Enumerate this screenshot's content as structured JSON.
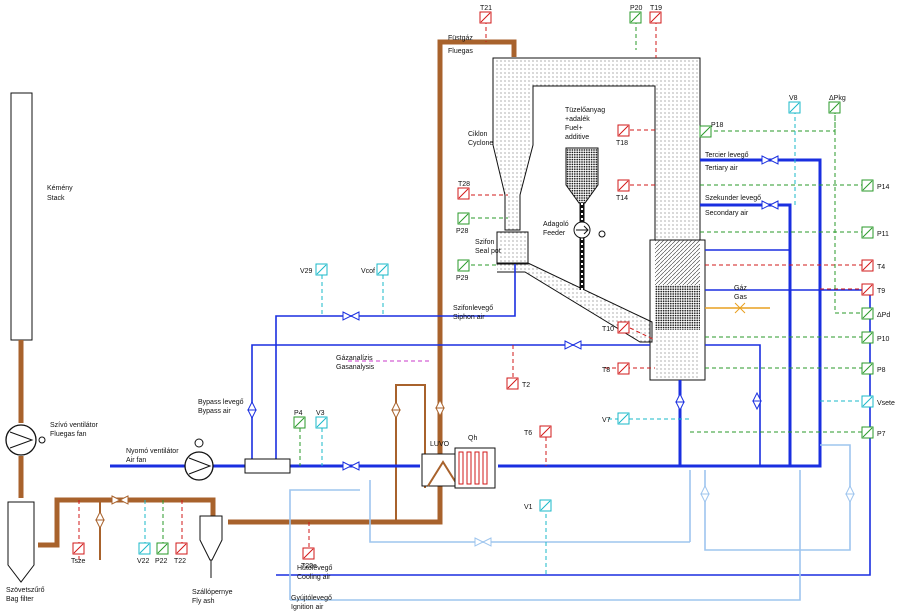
{
  "labels": {
    "stack": [
      "Kémény",
      "Stack"
    ],
    "fluegas_fan": [
      "Szívó ventilátor",
      "Fluegas fan"
    ],
    "bag_filter": [
      "Szövetszűrő",
      "Bag filter"
    ],
    "cyclone": [
      "Ciklon",
      "Cyclone"
    ],
    "fuel": [
      "Tüzelőanyag",
      "+adalék",
      "Fuel+",
      "additive"
    ],
    "feeder": [
      "Adagoló",
      "Feeder"
    ],
    "seal_pot": [
      "Szifon",
      "Seal pot"
    ],
    "siphon_air": [
      "Szifonlevegő",
      "Siphon air"
    ],
    "tertiary_air": [
      "Tercier levegő",
      "Tertiary air"
    ],
    "secondary_air": [
      "Szekunder levegő",
      "Secondary air"
    ],
    "gas": [
      "Gáz",
      "Gas"
    ],
    "gas_analysis": [
      "Gázanalízis",
      "Gasanalysis"
    ],
    "bypass_air": [
      "Bypass levegő",
      "Bypass air"
    ],
    "air_fan": [
      "Nyomó ventilátor",
      "Air fan"
    ],
    "luvo": "LUVO",
    "cooling_air": [
      "Hűtőlevegő",
      "Cooling air"
    ],
    "ignition_air": [
      "Gyújtólevegő",
      "Ignition air"
    ],
    "fly_ash": [
      "Szállópernye",
      "Fly ash"
    ],
    "fluegas_top": [
      "Füstgáz",
      "Fluegas"
    ]
  },
  "tags": {
    "T21": "T21",
    "P20": "P20",
    "T19": "T19",
    "V8": "V8",
    "dPkg": "ΔPkg",
    "P18": "P18",
    "T18": "T18",
    "T28": "T28",
    "T14": "T14",
    "P14": "P14",
    "P28": "P28",
    "P11": "P11",
    "P29": "P29",
    "V29": "V29",
    "Vcof": "Vcof",
    "T4": "T4",
    "T9": "T9",
    "dPd": "ΔPd",
    "T10": "T10",
    "P10": "P10",
    "T2": "T2",
    "T8": "T8",
    "P8": "P8",
    "Vsete": "Vsete",
    "P4": "P4",
    "V3": "V3",
    "T6": "T6",
    "V7": "V7",
    "P7": "P7",
    "V1": "V1",
    "Tsze": "Tsze",
    "V22": "V22",
    "P22": "P22",
    "T22": "T22",
    "T22e": "T22e",
    "Qh": "Qh"
  },
  "colors": {
    "air": "#1a2fe0",
    "light_air": "#9ec5ee",
    "fluegas": "#a8622c",
    "temperature": "#d21818",
    "pressure": "#2a9a2a",
    "flow": "#19b8c8",
    "analysis": "#c838c8",
    "gas": "#e8a020"
  }
}
